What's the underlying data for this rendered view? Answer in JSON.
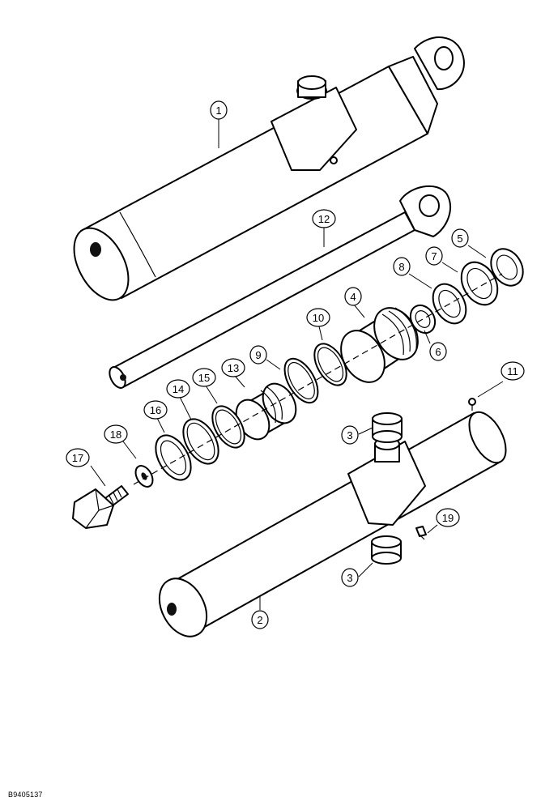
{
  "figure": {
    "reference_code": "B9405137"
  },
  "callouts": [
    {
      "id": "1",
      "label": "1"
    },
    {
      "id": "2",
      "label": "2"
    },
    {
      "id": "3a",
      "label": "3"
    },
    {
      "id": "3b",
      "label": "3"
    },
    {
      "id": "4",
      "label": "4"
    },
    {
      "id": "5",
      "label": "5"
    },
    {
      "id": "6",
      "label": "6"
    },
    {
      "id": "7",
      "label": "7"
    },
    {
      "id": "8",
      "label": "8"
    },
    {
      "id": "9",
      "label": "9"
    },
    {
      "id": "10",
      "label": "10"
    },
    {
      "id": "11",
      "label": "11"
    },
    {
      "id": "12",
      "label": "12"
    },
    {
      "id": "13",
      "label": "13"
    },
    {
      "id": "14",
      "label": "14"
    },
    {
      "id": "15",
      "label": "15"
    },
    {
      "id": "16",
      "label": "16"
    },
    {
      "id": "17",
      "label": "17"
    },
    {
      "id": "18",
      "label": "18"
    },
    {
      "id": "19",
      "label": "19"
    }
  ]
}
